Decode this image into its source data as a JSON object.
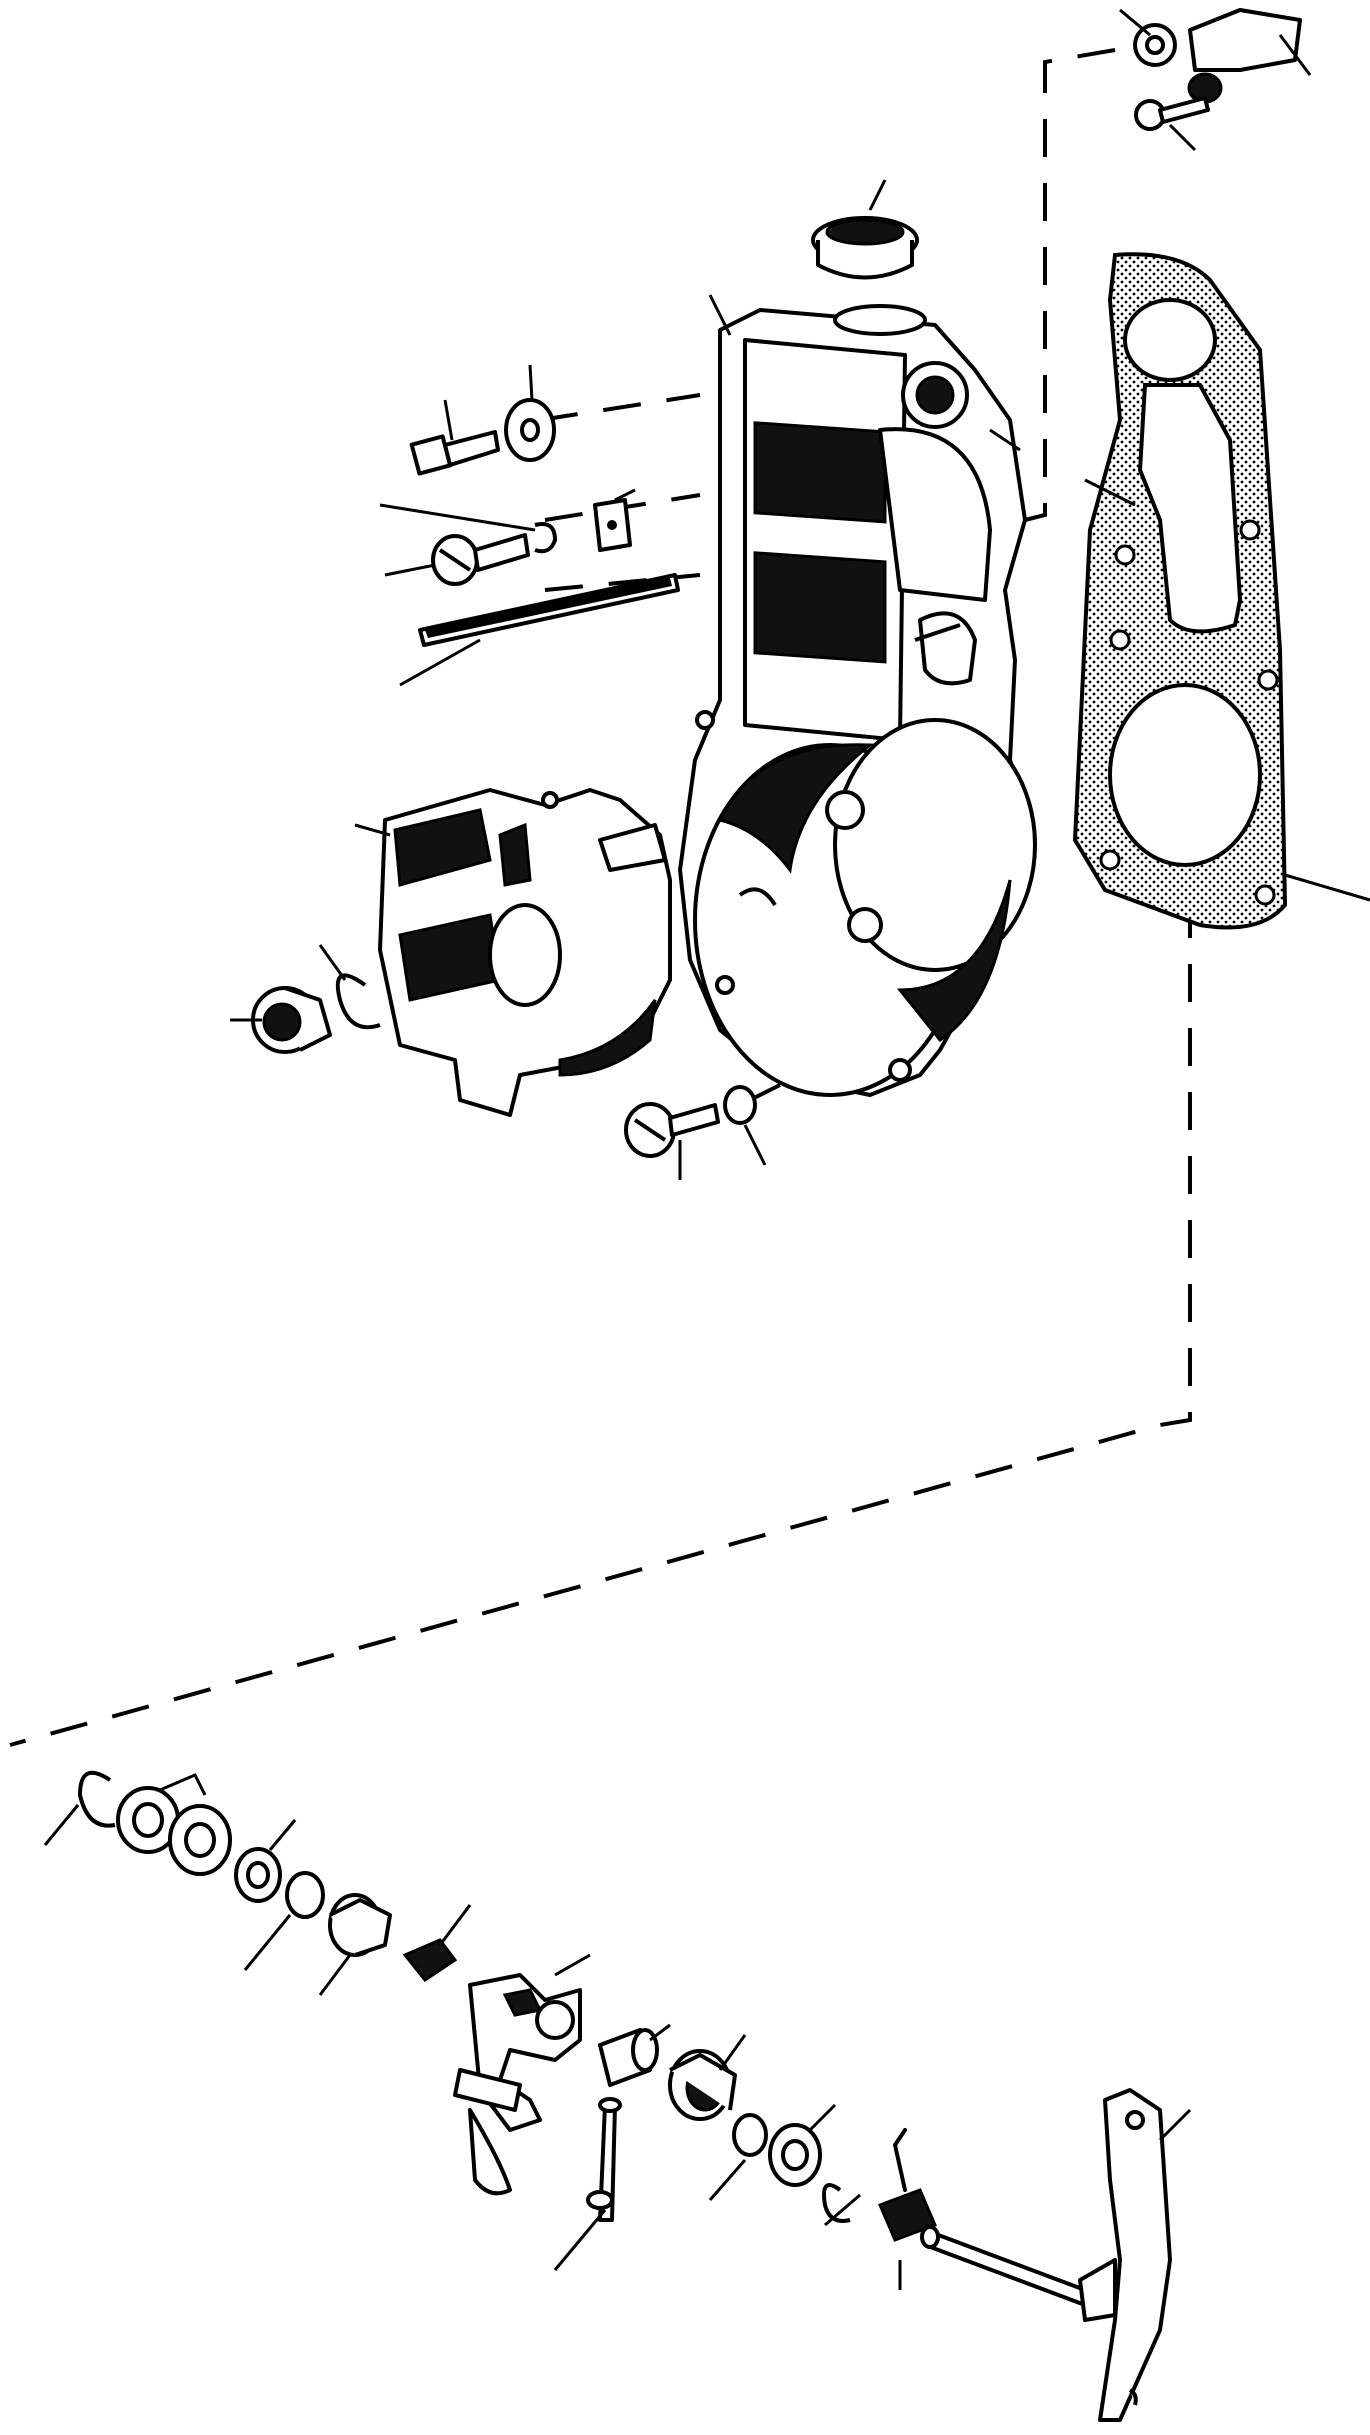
{
  "figure": {
    "kind": "exploded parts diagram",
    "background": "#ffffff",
    "ink": "#000000",
    "text": []
  },
  "parts": [
    {
      "name": "linkage-top-right"
    },
    {
      "name": "bolt-top-right"
    },
    {
      "name": "plug"
    },
    {
      "name": "housing"
    },
    {
      "name": "gasket"
    },
    {
      "name": "bolt"
    },
    {
      "name": "washer"
    },
    {
      "name": "clip"
    },
    {
      "name": "screw"
    },
    {
      "name": "threaded-rod"
    },
    {
      "name": "cover"
    },
    {
      "name": "spring-ring"
    },
    {
      "name": "nut"
    },
    {
      "name": "lower-screw"
    },
    {
      "name": "lower-washer"
    },
    {
      "name": "snap-ring"
    },
    {
      "name": "shim-washers"
    },
    {
      "name": "bushing"
    },
    {
      "name": "spring"
    },
    {
      "name": "lever-arm"
    },
    {
      "name": "pin"
    },
    {
      "name": "sleeve"
    },
    {
      "name": "bearing"
    },
    {
      "name": "torsion-spring"
    },
    {
      "name": "pedal-lever"
    }
  ]
}
